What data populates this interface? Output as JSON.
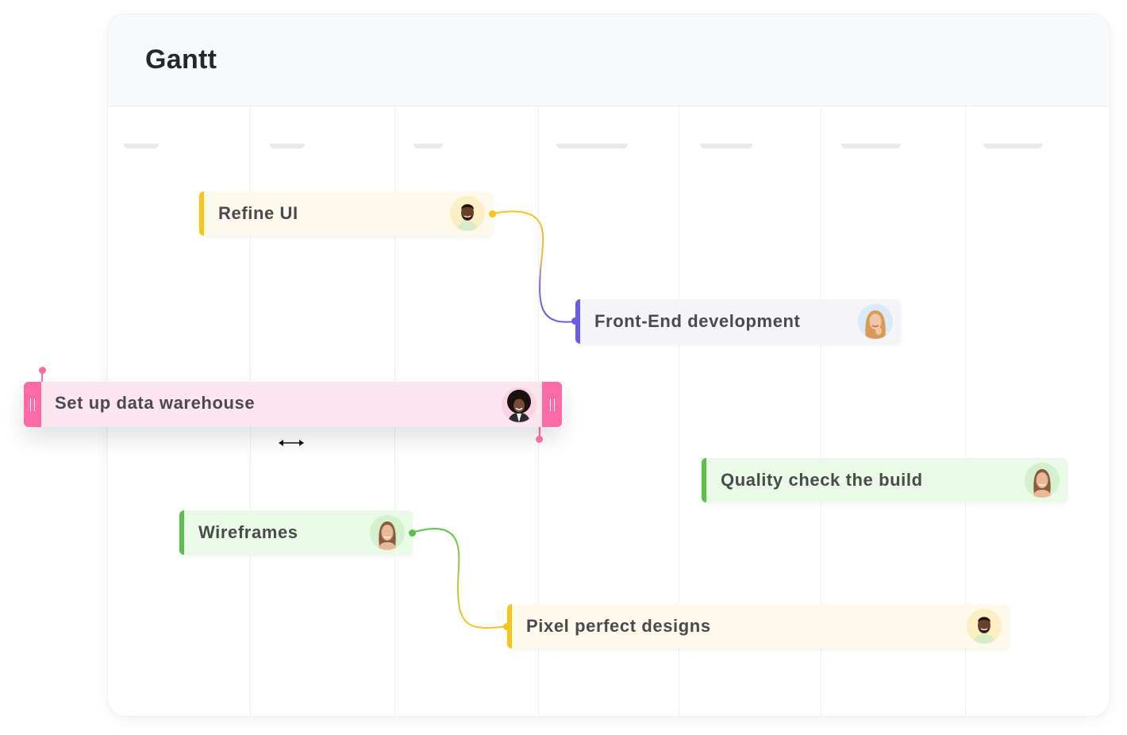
{
  "header": {
    "title": "Gantt"
  },
  "columns": [
    {
      "label_width": 44
    },
    {
      "label_width": 44
    },
    {
      "label_width": 37
    },
    {
      "label_width": 90
    },
    {
      "label_width": 66
    },
    {
      "label_width": 75
    },
    {
      "label_width": 75
    }
  ],
  "tasks": [
    {
      "id": "refine-ui",
      "label": "Refine UI",
      "accent": "#f9c31a",
      "bg": "#fef9ea",
      "avatar_bg": "#fdefc4",
      "assignee": "man-short-hair"
    },
    {
      "id": "front-end-dev",
      "label": "Front-End development",
      "accent": "#6b5ae8",
      "bg": "#f5f5f7",
      "avatar_bg": "#d9ebf8",
      "assignee": "woman-blonde"
    },
    {
      "id": "data-warehouse",
      "label": "Set up data warehouse",
      "accent": "#fd6ba7",
      "bg": "#fde5f0",
      "avatar_bg": "#fbd4e4",
      "assignee": "man-afro",
      "state": "dragging"
    },
    {
      "id": "quality-check",
      "label": "Quality check the build",
      "accent": "#5bbf49",
      "bg": "#e9fbe6",
      "avatar_bg": "#d4f1cf",
      "assignee": "woman-brown-hair"
    },
    {
      "id": "wireframes",
      "label": "Wireframes",
      "accent": "#5bbf49",
      "bg": "#e9fbe6",
      "avatar_bg": "#d4f1cf",
      "assignee": "woman-brown-hair"
    },
    {
      "id": "pixel-perfect",
      "label": "Pixel perfect designs",
      "accent": "#f9c31a",
      "bg": "#fef9ea",
      "avatar_bg": "#fdefc4",
      "assignee": "man-short-hair"
    }
  ],
  "dependencies": [
    {
      "from": "refine-ui",
      "to": "front-end-dev"
    },
    {
      "from": "wireframes",
      "to": "pixel-perfect"
    }
  ],
  "icons": {
    "drag_handle": "grip-vertical-icon",
    "cursor": "resize-horizontal-icon"
  }
}
